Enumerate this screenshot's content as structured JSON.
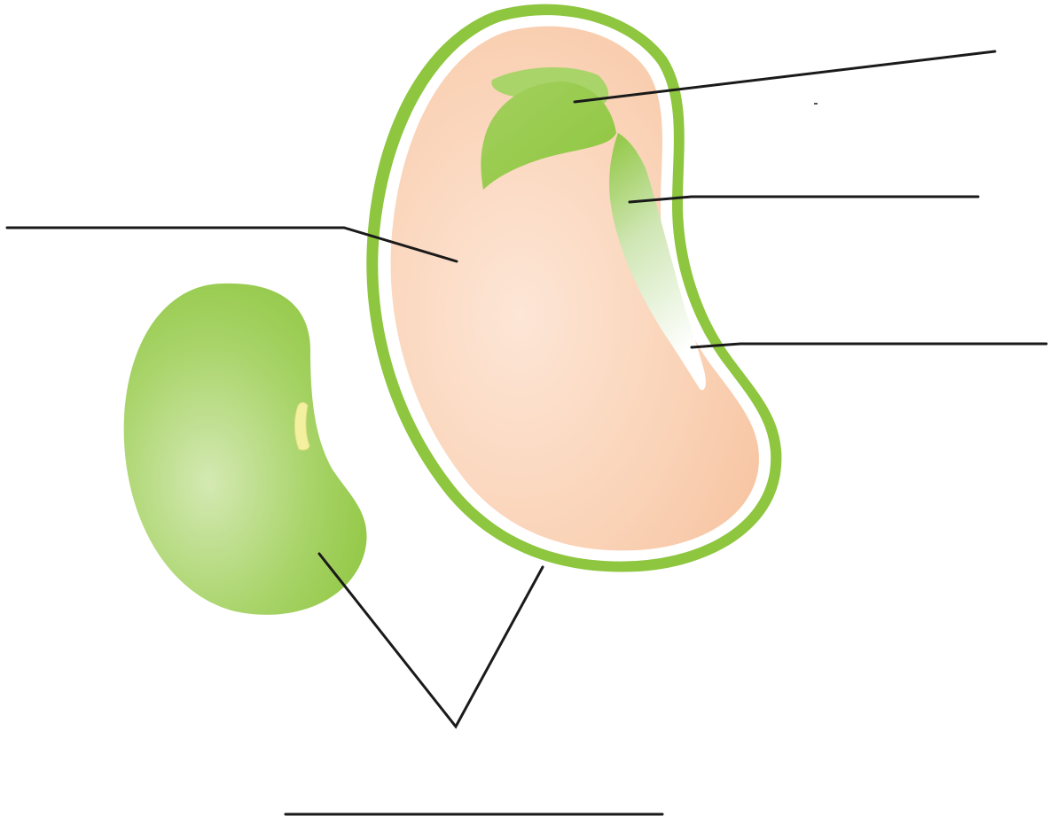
{
  "diagram": {
    "subject": "bean-seed",
    "labels": [
      {
        "id": "plumule",
        "text": ""
      },
      {
        "id": "hypocotyl",
        "text": ""
      },
      {
        "id": "radicle",
        "text": ""
      },
      {
        "id": "cotyledon",
        "text": ""
      },
      {
        "id": "seed-coat",
        "text": ""
      }
    ]
  },
  "colors": {
    "seed_coat_green": "#8ec63f",
    "seed_coat_inner_white": "#ffffff",
    "cotyledon_peach": "#f7c9a6",
    "cotyledon_highlight": "#fde6d6",
    "embryo_leaf_green": "#8ec63f",
    "embryo_leaf_light": "#a9d46a",
    "hilum_yellow": "#f3f0a0",
    "leader_line": "#1a1a1a",
    "background": "#ffffff"
  }
}
